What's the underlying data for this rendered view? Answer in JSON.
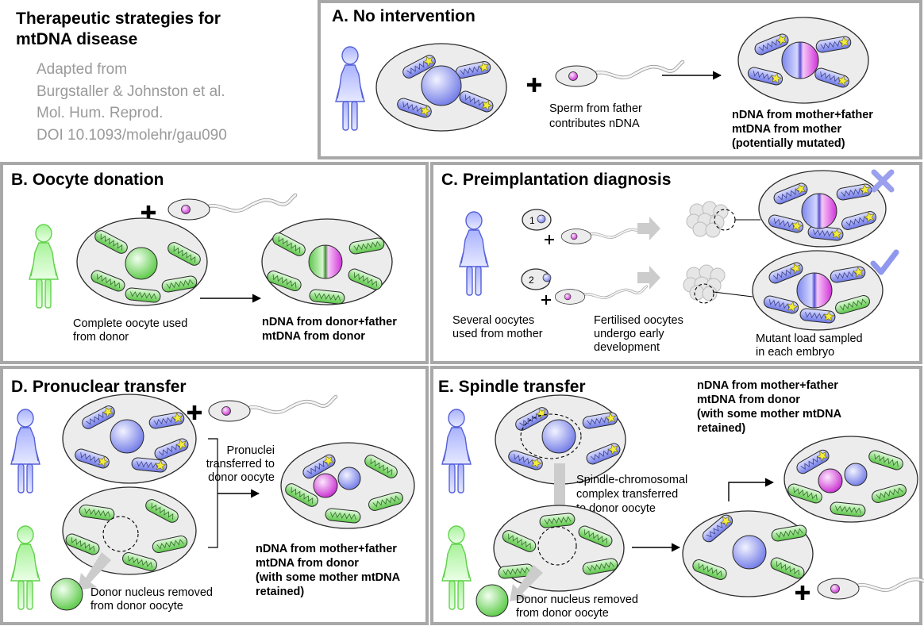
{
  "header": {
    "title_lines": [
      "Therapeutic strategies for",
      "mtDNA disease"
    ],
    "credit_lines": [
      "Adapted from",
      "Burgstaller & Johnston et al.",
      "Mol. Hum. Reprod.",
      "DOI 10.1093/molehr/gau090"
    ]
  },
  "panels": {
    "a": {
      "title": "A. No intervention",
      "sperm_caption": [
        "Sperm from father",
        "contributes nDNA"
      ],
      "result": [
        "nDNA from mother+father",
        "mtDNA from mother",
        "(potentially mutated)"
      ]
    },
    "b": {
      "title": "B. Oocyte donation",
      "caption": [
        "Complete oocyte used",
        "from donor"
      ],
      "result": [
        "nDNA from donor+father",
        "mtDNA from donor"
      ]
    },
    "c": {
      "title": "C. Preimplantation diagnosis",
      "oocyte_numbers": [
        "1",
        "2"
      ],
      "caption_oocytes": [
        "Several oocytes",
        "used from mother"
      ],
      "caption_fertilised": [
        "Fertilised oocytes",
        "undergo early",
        "development"
      ],
      "caption_sampled": [
        "Mutant load sampled",
        "in each embryo"
      ]
    },
    "d": {
      "title": "D. Pronuclear transfer",
      "transfer_caption": [
        "Pronuclei",
        "transferred to",
        "donor oocyte"
      ],
      "removed_caption": [
        "Donor nucleus removed",
        "from donor oocyte"
      ],
      "result": [
        "nDNA from mother+father",
        "mtDNA from donor",
        "(with some mother mtDNA",
        "retained)"
      ]
    },
    "e": {
      "title": "E. Spindle transfer",
      "result": [
        "nDNA from mother+father",
        "mtDNA from donor",
        "(with some mother mtDNA",
        "retained)"
      ],
      "transfer_caption": [
        "Spindle-chromosomal",
        "complex transferred",
        "to donor oocyte"
      ],
      "removed_caption": [
        "Donor nucleus removed",
        "from donor oocyte"
      ]
    }
  },
  "colors": {
    "panel_border": "#a8a8a8",
    "mother_blue": "#6e78e6",
    "donor_green": "#6fd85a",
    "father_magenta": "#d22cd8",
    "mutation_star": "#f4ec3a",
    "cross_mark": "#9aa0ee",
    "check_mark": "#8f98ee"
  }
}
